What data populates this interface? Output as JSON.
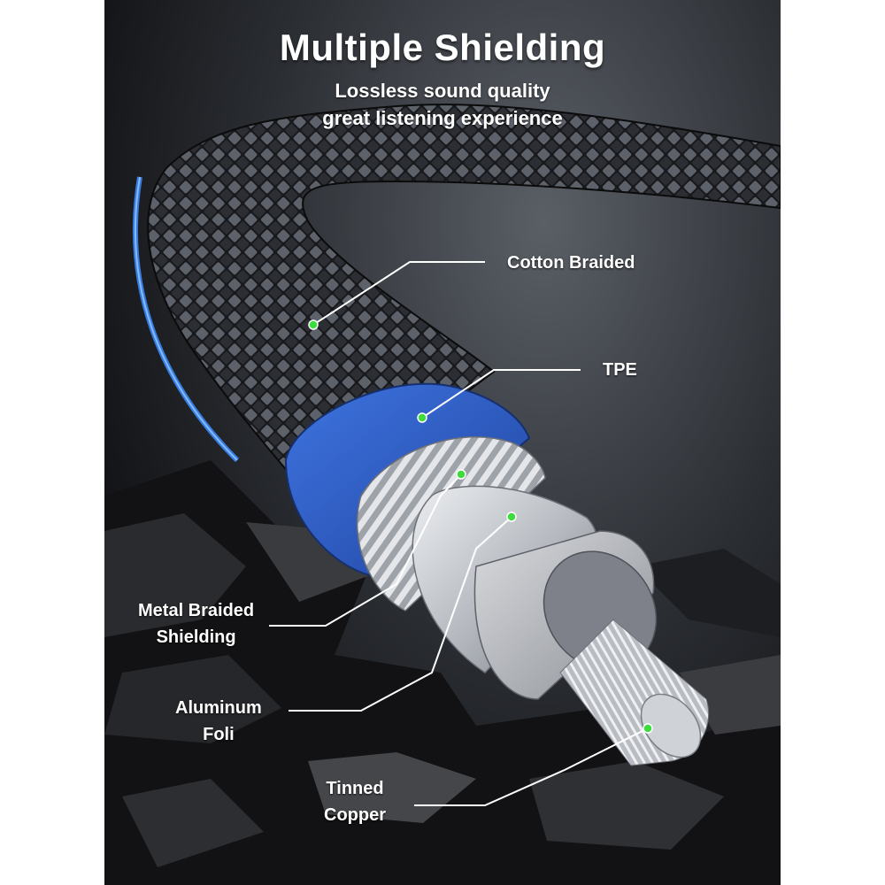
{
  "title": "Multiple Shielding",
  "subtitle_line1": "Lossless sound quality",
  "subtitle_line2": "great listening experience",
  "labels": {
    "cotton": "Cotton Braided",
    "tpe": "TPE",
    "metal_1": "Metal Braided",
    "metal_2": "Shielding",
    "aluminum_1": "Aluminum",
    "aluminum_2": "Foli",
    "tinned_1": "Tinned",
    "tinned_2": "Copper"
  },
  "colors": {
    "tpe_blue": "#2f5fc8",
    "marker_green": "#3ddc3d",
    "braid_dark": "#1c1d20",
    "braid_light": "#6b6f78",
    "foil_silver": "#c9ccd1",
    "glow_blue": "#3a8dff"
  }
}
